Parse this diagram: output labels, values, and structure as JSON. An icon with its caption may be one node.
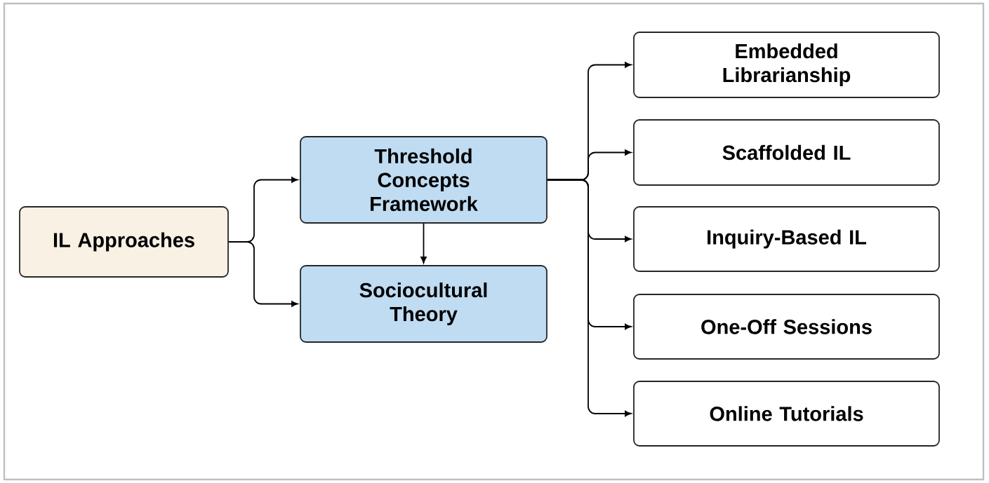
{
  "diagram": {
    "nodes": [
      {
        "text": [
          "IL Approaches"
        ]
      },
      {
        "text": [
          "Threshold Concepts Framework"
        ]
      },
      {
        "text": [
          "Sociocultural Theory"
        ]
      },
      {
        "text": [
          "Embedded Librarianship"
        ]
      },
      {
        "text": [
          "Scaffolded IL"
        ]
      },
      {
        "text": [
          "Inquiry-Based IL"
        ]
      },
      {
        "text": [
          "One-Off Sessions"
        ]
      },
      {
        "text": [
          "Online Tutorials"
        ]
      }
    ],
    "edges": [
      {
        "from": 0,
        "to": 1,
        "arrow": "to"
      },
      {
        "from": 0,
        "to": 2,
        "arrow": "to"
      },
      {
        "from": 1,
        "to": 2,
        "arrow": "to"
      },
      {
        "from": 1,
        "to": 3,
        "arrow": "to"
      },
      {
        "from": 1,
        "to": 4,
        "arrow": "to"
      },
      {
        "from": 1,
        "to": 5,
        "arrow": "to"
      },
      {
        "from": 1,
        "to": 6,
        "arrow": "to"
      },
      {
        "from": 1,
        "to": 7,
        "arrow": "to"
      }
    ]
  }
}
